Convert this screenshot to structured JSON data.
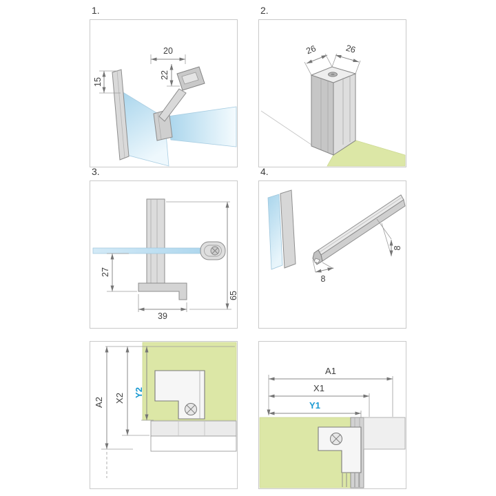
{
  "colors": {
    "accent_blue": "#1b9ad2",
    "floor_green": "#dce7a6",
    "glass_blue": "#a9d5ec",
    "profile_gray": "#d9d9d9",
    "line_gray": "#8a8a8a",
    "panel_border": "#c9c9c9",
    "text_dark": "#3e3e3e"
  },
  "panels": {
    "p1": {
      "number": "1.",
      "dim_width": "20",
      "dim_depth": "22",
      "dim_height": "15"
    },
    "p2": {
      "number": "2.",
      "dim_width": "26",
      "dim_depth": "26"
    },
    "p3": {
      "number": "3.",
      "dim_offset": "27",
      "dim_base": "39",
      "dim_height": "65"
    },
    "p4": {
      "number": "4.",
      "dim_width": "8",
      "dim_height": "8"
    },
    "p5": {
      "dim_total": "A2",
      "dim_mid": "X2",
      "dim_inner": "Y2"
    },
    "p6": {
      "dim_total": "A1",
      "dim_mid": "X1",
      "dim_inner": "Y1"
    }
  }
}
